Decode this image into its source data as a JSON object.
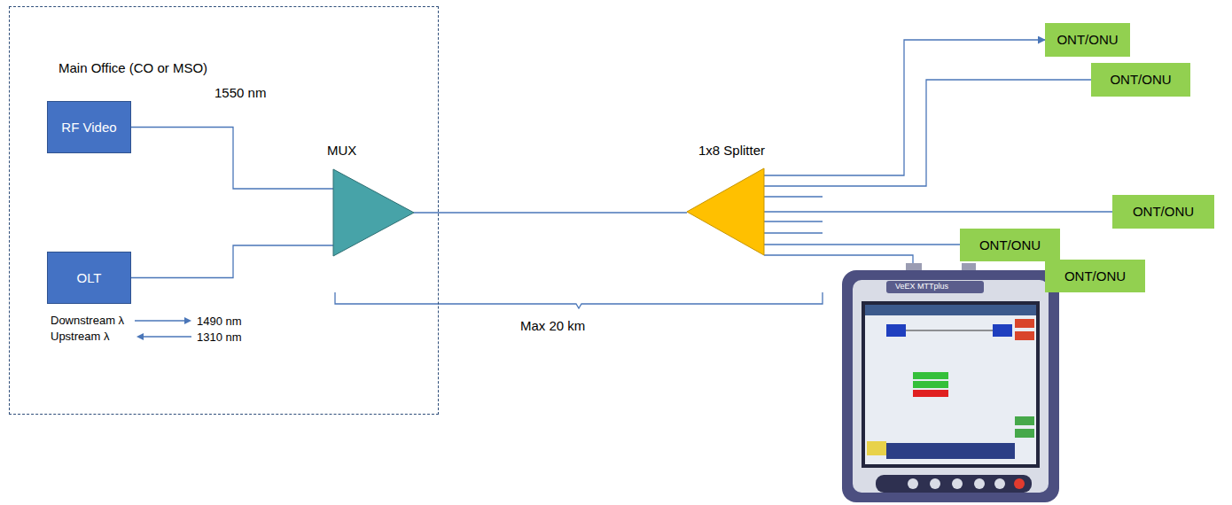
{
  "diagram": {
    "nodes": [
      {
        "text": [
          "Main Office (CO or MSO)"
        ]
      },
      {
        "text": [
          "RF Video"
        ],
        "in": 0
      },
      {
        "text": [
          "OLT"
        ],
        "in": 0
      },
      {
        "text": [
          "MUX"
        ],
        "in": 0
      },
      {
        "text": [
          "1x8 Splitter"
        ]
      },
      {
        "text": [
          "ONT/ONU"
        ]
      },
      {
        "text": [
          "ONT/ONU"
        ]
      },
      {
        "text": [
          "ONT/ONU"
        ]
      },
      {
        "text": [
          "ONT/ONU"
        ]
      },
      {
        "text": [
          "ONT/ONU"
        ]
      }
    ],
    "edges": [
      {
        "from": 1,
        "to": 3,
        "arrow": "none",
        "label": "1550 nm"
      },
      {
        "from": 2,
        "to": 3,
        "arrow": "none"
      },
      {
        "from": 3,
        "to": 4,
        "arrow": "none"
      },
      {
        "from": 4,
        "to": 5,
        "arrow": "to"
      },
      {
        "from": 4,
        "to": 6,
        "arrow": "none"
      },
      {
        "from": 4,
        "to": 7,
        "arrow": "none"
      },
      {
        "from": 4,
        "to": 8,
        "arrow": "none"
      }
    ],
    "labels": [
      "Downstream λ",
      "1490 nm",
      "Upstream λ",
      "1310 nm",
      "Max 20 km",
      "VeEX MTTplus"
    ]
  }
}
